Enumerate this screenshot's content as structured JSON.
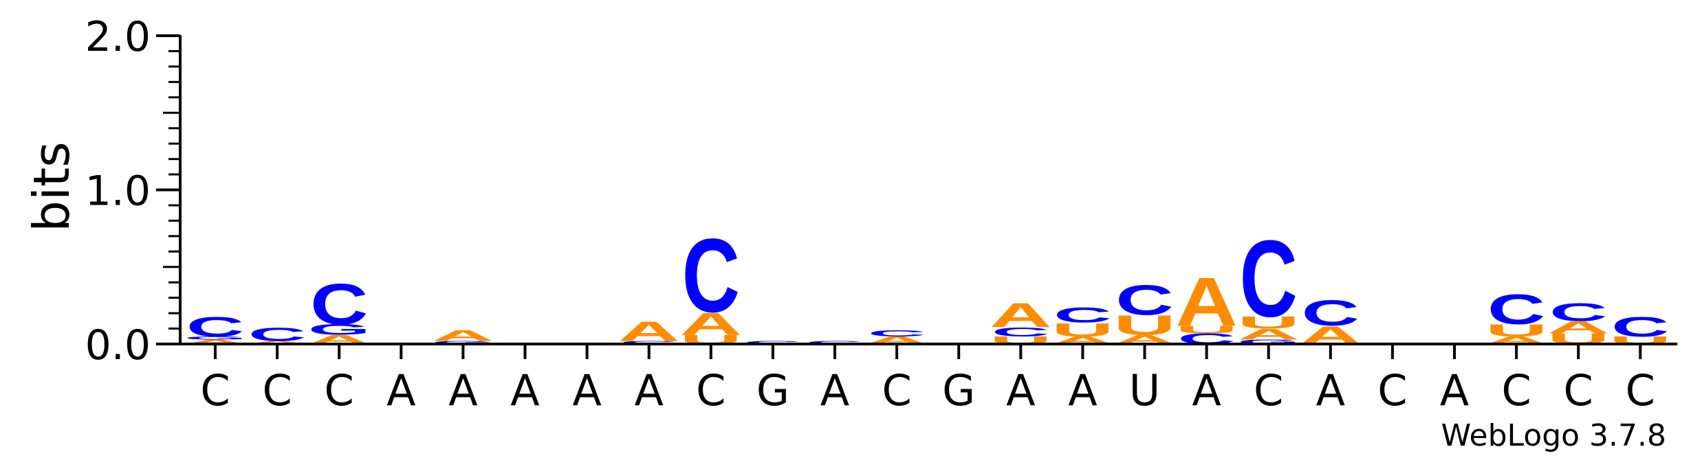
{
  "chart_data": {
    "type": "sequence-logo",
    "ylabel": "bits",
    "ylim": [
      0,
      2.0
    ],
    "yticks": [
      "0.0",
      "1.0",
      "2.0"
    ],
    "x_tick_labels": [
      "C",
      "C",
      "C",
      "A",
      "A",
      "A",
      "A",
      "A",
      "C",
      "G",
      "A",
      "C",
      "G",
      "A",
      "A",
      "U",
      "A",
      "C",
      "A",
      "C",
      "A",
      "C",
      "C",
      "C"
    ],
    "colors": {
      "C": "#0000ff",
      "A": "#ff8c00",
      "U": "#ff8c00",
      "G": "#0000ff"
    },
    "positions": [
      [
        {
          "b": "A",
          "h": 0.03
        },
        {
          "b": "G",
          "h": 0.02
        },
        {
          "b": "C",
          "h": 0.13
        }
      ],
      [
        {
          "b": "A",
          "h": 0.02
        },
        {
          "b": "C",
          "h": 0.09
        }
      ],
      [
        {
          "b": "A",
          "h": 0.06
        },
        {
          "b": "G",
          "h": 0.07
        },
        {
          "b": "C",
          "h": 0.27
        }
      ],
      [],
      [
        {
          "b": "G",
          "h": 0.02
        },
        {
          "b": "A",
          "h": 0.07
        }
      ],
      [],
      [],
      [
        {
          "b": "C",
          "h": 0.02
        },
        {
          "b": "A",
          "h": 0.13
        }
      ],
      [
        {
          "b": "U",
          "h": 0.06
        },
        {
          "b": "A",
          "h": 0.15
        },
        {
          "b": "C",
          "h": 0.49
        }
      ],
      [
        {
          "b": "C",
          "h": 0.02
        }
      ],
      [
        {
          "b": "C",
          "h": 0.02
        }
      ],
      [
        {
          "b": "A",
          "h": 0.05
        },
        {
          "b": "C",
          "h": 0.04
        }
      ],
      [],
      [
        {
          "b": "U",
          "h": 0.05
        },
        {
          "b": "C",
          "h": 0.06
        },
        {
          "b": "A",
          "h": 0.16
        }
      ],
      [
        {
          "b": "A",
          "h": 0.05
        },
        {
          "b": "U",
          "h": 0.09
        },
        {
          "b": "C",
          "h": 0.1
        }
      ],
      [
        {
          "b": "A",
          "h": 0.06
        },
        {
          "b": "U",
          "h": 0.13
        },
        {
          "b": "C",
          "h": 0.2
        }
      ],
      [
        {
          "b": "C",
          "h": 0.07
        },
        {
          "b": "U",
          "h": 0.05
        },
        {
          "b": "A",
          "h": 0.32
        }
      ],
      [
        {
          "b": "G",
          "h": 0.03
        },
        {
          "b": "A",
          "h": 0.07
        },
        {
          "b": "U",
          "h": 0.08
        },
        {
          "b": "C",
          "h": 0.51
        }
      ],
      [
        {
          "b": "A",
          "h": 0.12
        },
        {
          "b": "C",
          "h": 0.17
        }
      ],
      [],
      [],
      [
        {
          "b": "A",
          "h": 0.05
        },
        {
          "b": "U",
          "h": 0.08
        },
        {
          "b": "C",
          "h": 0.2
        }
      ],
      [
        {
          "b": "U",
          "h": 0.07
        },
        {
          "b": "A",
          "h": 0.08
        },
        {
          "b": "C",
          "h": 0.12
        }
      ],
      [
        {
          "b": "U",
          "h": 0.05
        },
        {
          "b": "C",
          "h": 0.13
        }
      ]
    ]
  },
  "footer": {
    "credit": "WebLogo 3.7.8"
  }
}
